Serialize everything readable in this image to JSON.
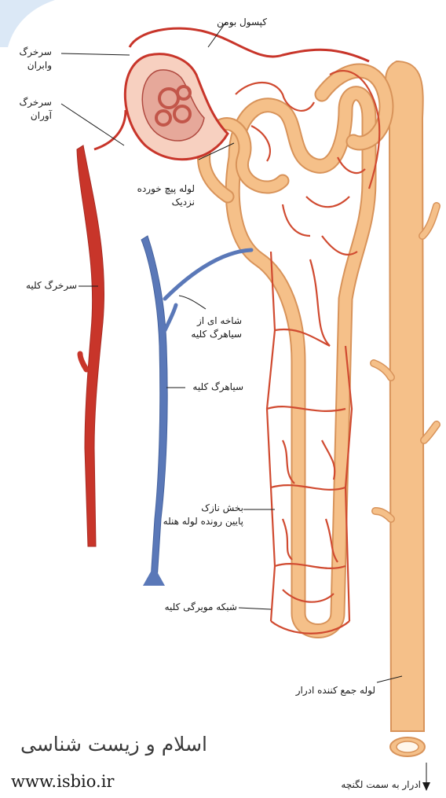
{
  "diagram": {
    "labels": {
      "bowman_capsule": "کپسول بومن",
      "afferent_arteriole": "سرخرگ\nوابران",
      "efferent_arteriole": "سرخرگ\nآوران",
      "proximal_tubule": "لوله پیچ خورده\nنزدیک",
      "renal_artery": "سرخرگ کلیه",
      "renal_vein_branch": "شاخه ای از\nسیاهرگ کلیه",
      "renal_vein": "سیاهرگ کلیه",
      "loop_thin_segment": "بخش نازک\nپایین رونده لوله هنله",
      "capillary_network": "شبکه مویرگی کلیه",
      "collecting_duct": "لوله جمع کننده ادرار",
      "urine_direction": "ادرار به سمت لگنچه"
    },
    "colors": {
      "artery": "#c8352a",
      "vein": "#5a78b8",
      "tubule": "#f5c089",
      "tubule_outline": "#d8935a",
      "capillary": "#d04a30",
      "glomerulus": "#d9968c"
    }
  },
  "watermark": {
    "site_name": "اسلام و زیست شناسی",
    "url": "www.isbio.ir"
  }
}
